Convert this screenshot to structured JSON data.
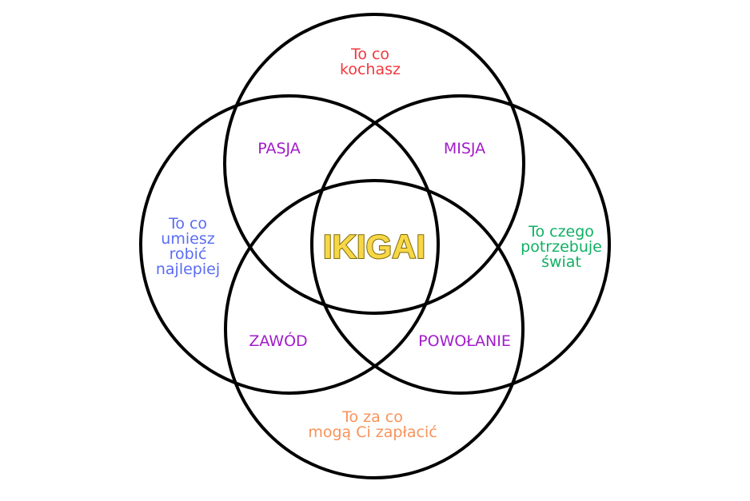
{
  "colors": {
    "love": "#f2383e",
    "skill": "#5a6cf3",
    "need": "#10b064",
    "paid": "#f7935a",
    "intersection": "#a21ccb",
    "ikigai_fill": "#f8d747",
    "ikigai_stroke": "#7d6a05"
  },
  "circles": {
    "love": [
      "To co",
      "kochasz"
    ],
    "skill": [
      "To co",
      "umiesz",
      "robić",
      "najlepiej"
    ],
    "need": [
      "To czego",
      "potrzebuje",
      "świat"
    ],
    "paid": [
      "To za co",
      "mogą Ci zapłacić"
    ]
  },
  "intersections": {
    "passion": "PASJA",
    "mission": "MISJA",
    "profession": "ZAWÓD",
    "vocation": "POWOŁANIE"
  },
  "center": "IKIGAI"
}
